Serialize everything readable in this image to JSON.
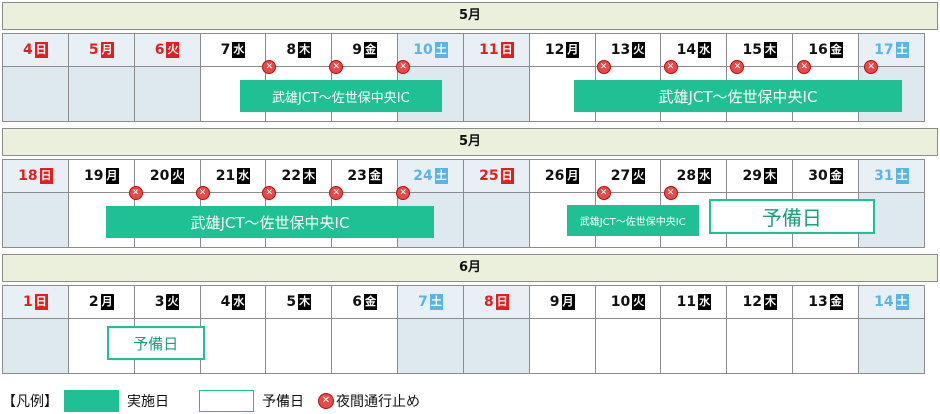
{
  "blocks": [
    {
      "month": "5月",
      "days": [
        {
          "num": "4",
          "dow": "日",
          "type": "sun"
        },
        {
          "num": "5",
          "dow": "月",
          "type": "hol"
        },
        {
          "num": "6",
          "dow": "火",
          "type": "hol"
        },
        {
          "num": "7",
          "dow": "水",
          "type": "wd"
        },
        {
          "num": "8",
          "dow": "木",
          "type": "wd"
        },
        {
          "num": "9",
          "dow": "金",
          "type": "wd"
        },
        {
          "num": "10",
          "dow": "土",
          "type": "sat"
        },
        {
          "num": "11",
          "dow": "日",
          "type": "sun"
        },
        {
          "num": "12",
          "dow": "月",
          "type": "wd"
        },
        {
          "num": "13",
          "dow": "火",
          "type": "wd"
        },
        {
          "num": "14",
          "dow": "水",
          "type": "wd"
        },
        {
          "num": "15",
          "dow": "木",
          "type": "wd"
        },
        {
          "num": "16",
          "dow": "金",
          "type": "wd"
        },
        {
          "num": "17",
          "dow": "土",
          "type": "sat"
        }
      ],
      "closures_after_day_index": [
        3,
        4,
        5,
        8,
        9,
        10,
        11,
        12
      ],
      "bars": [
        {
          "kind": "impl",
          "label": "武雄JCT～佐世保中央IC",
          "from": 3,
          "to": 5
        },
        {
          "kind": "impl",
          "label": "武雄JCT～佐世保中央IC",
          "from": 8,
          "to": 12
        }
      ]
    },
    {
      "month": "5月",
      "days": [
        {
          "num": "18",
          "dow": "日",
          "type": "sun"
        },
        {
          "num": "19",
          "dow": "月",
          "type": "wd"
        },
        {
          "num": "20",
          "dow": "火",
          "type": "wd"
        },
        {
          "num": "21",
          "dow": "水",
          "type": "wd"
        },
        {
          "num": "22",
          "dow": "木",
          "type": "wd"
        },
        {
          "num": "23",
          "dow": "金",
          "type": "wd"
        },
        {
          "num": "24",
          "dow": "土",
          "type": "sat"
        },
        {
          "num": "25",
          "dow": "日",
          "type": "sun"
        },
        {
          "num": "26",
          "dow": "月",
          "type": "wd"
        },
        {
          "num": "27",
          "dow": "火",
          "type": "wd"
        },
        {
          "num": "28",
          "dow": "水",
          "type": "wd"
        },
        {
          "num": "29",
          "dow": "木",
          "type": "wd"
        },
        {
          "num": "30",
          "dow": "金",
          "type": "wd"
        },
        {
          "num": "31",
          "dow": "土",
          "type": "sat"
        }
      ],
      "closures_after_day_index": [
        1,
        2,
        3,
        4,
        5,
        8,
        9
      ],
      "bars": [
        {
          "kind": "impl",
          "label": "武雄JCT～佐世保中央IC",
          "from": 1,
          "to": 5
        },
        {
          "kind": "impl",
          "label": "武雄JCT～佐世保中央IC",
          "from": 8,
          "to": 9
        },
        {
          "kind": "reserve",
          "label": "予備日",
          "from": 10,
          "to": 12
        }
      ]
    },
    {
      "month": "6月",
      "days": [
        {
          "num": "1",
          "dow": "日",
          "type": "sun"
        },
        {
          "num": "2",
          "dow": "月",
          "type": "wd"
        },
        {
          "num": "3",
          "dow": "火",
          "type": "wd"
        },
        {
          "num": "4",
          "dow": "水",
          "type": "wd"
        },
        {
          "num": "5",
          "dow": "木",
          "type": "wd"
        },
        {
          "num": "6",
          "dow": "金",
          "type": "wd"
        },
        {
          "num": "7",
          "dow": "土",
          "type": "sat"
        },
        {
          "num": "8",
          "dow": "日",
          "type": "sun"
        },
        {
          "num": "9",
          "dow": "月",
          "type": "wd"
        },
        {
          "num": "10",
          "dow": "火",
          "type": "wd"
        },
        {
          "num": "11",
          "dow": "水",
          "type": "wd"
        },
        {
          "num": "12",
          "dow": "木",
          "type": "wd"
        },
        {
          "num": "13",
          "dow": "金",
          "type": "wd"
        },
        {
          "num": "14",
          "dow": "土",
          "type": "sat"
        }
      ],
      "closures_after_day_index": [],
      "bars": [
        {
          "kind": "reserve",
          "label": "予備日",
          "from": 1,
          "to": 2
        }
      ]
    }
  ],
  "legend": {
    "title": "【凡例】",
    "impl_label": "実施日",
    "reserve_label": "予備日",
    "closure_label": "夜間通行止め"
  },
  "closure_glyph": "✕",
  "colors": {
    "impl": "#20c095",
    "saturday": "#5ab4e6",
    "sunday": "#e02020",
    "closure": "#e84a4a"
  }
}
